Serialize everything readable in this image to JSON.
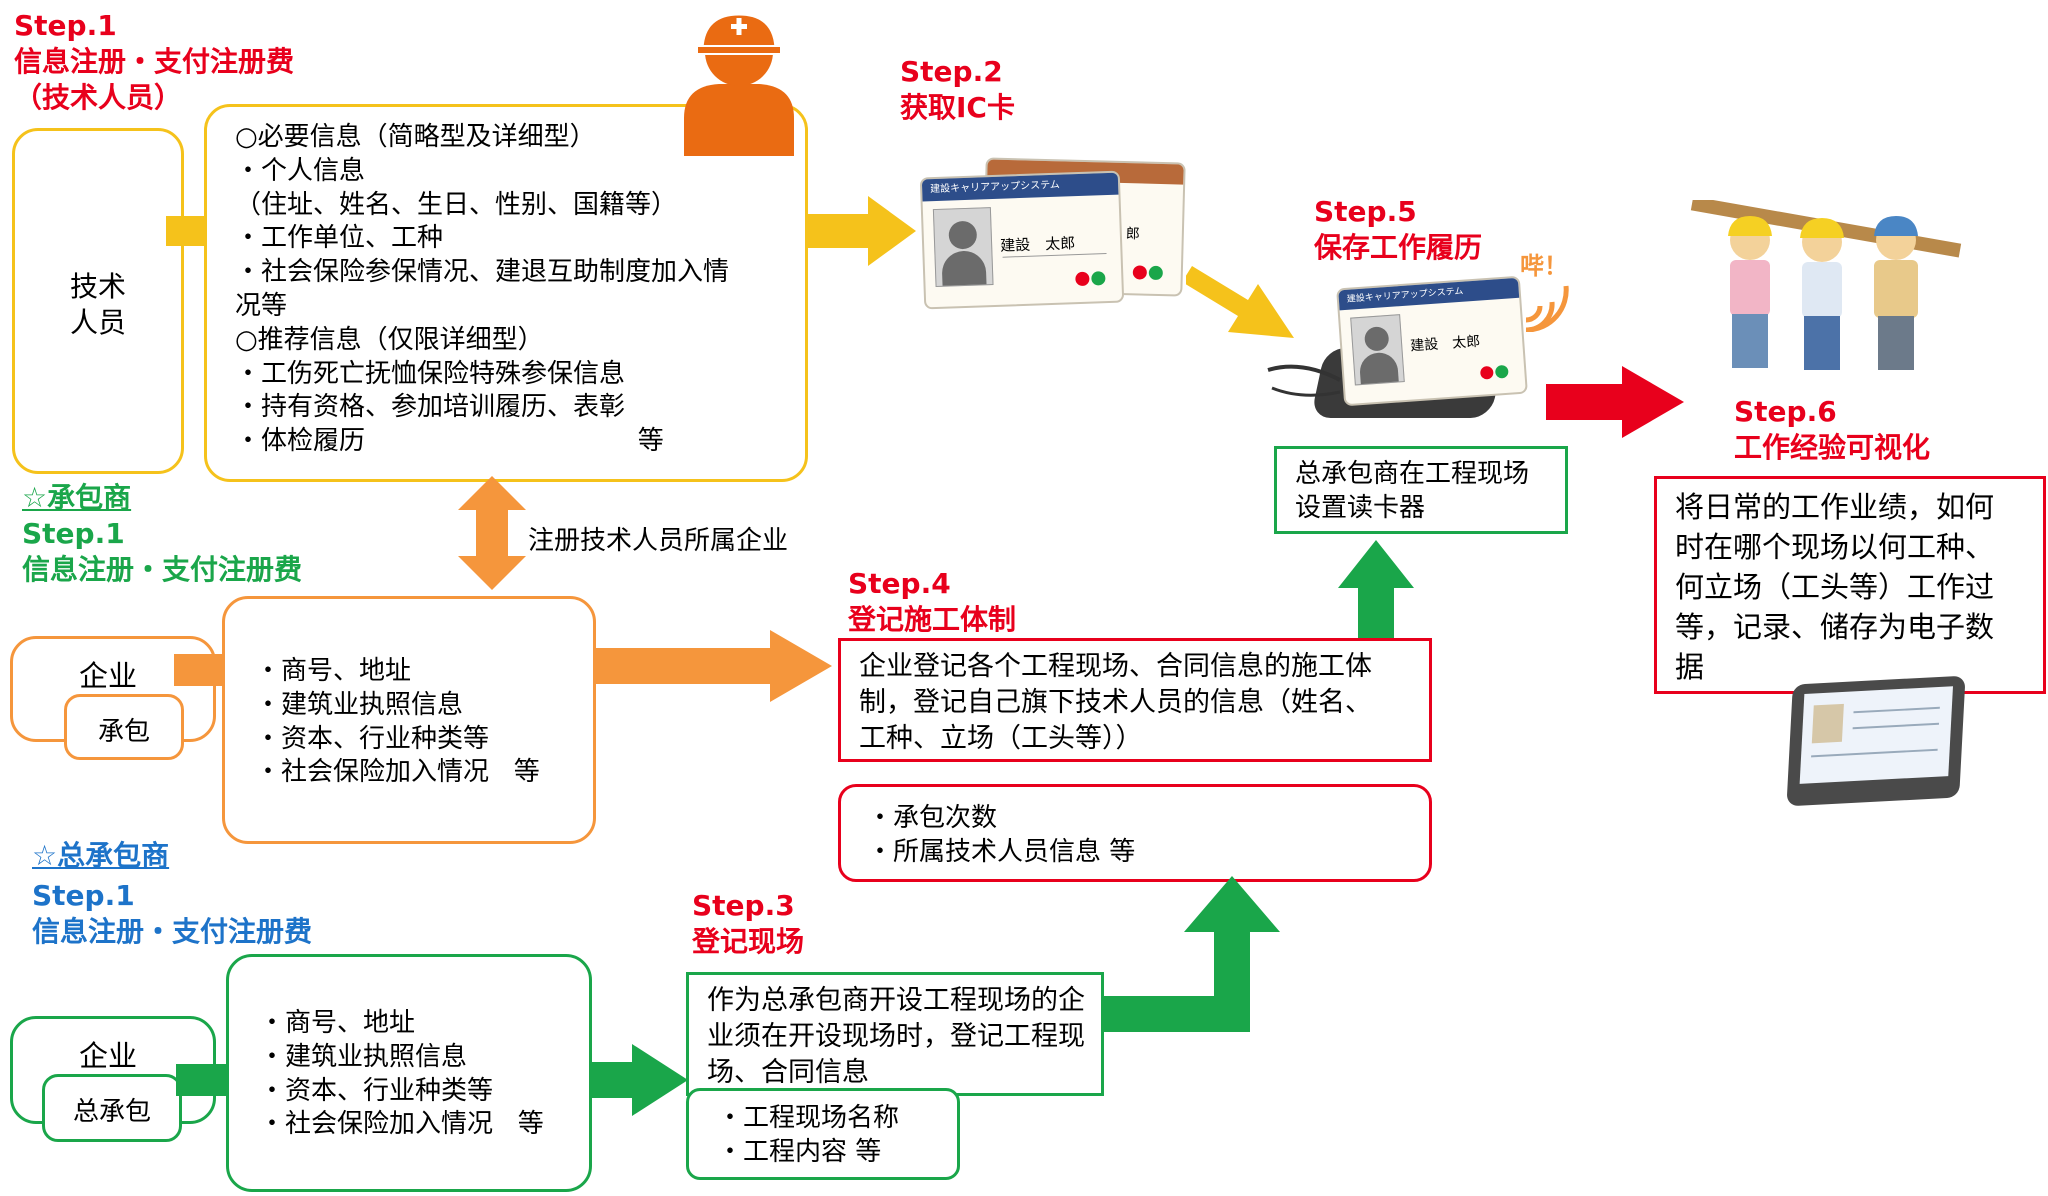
{
  "worker_section": {
    "step_label": "Step.1",
    "step_title": "信息注册・支付注册费",
    "step_sub": "（技术人员）",
    "node_label_1": "技术",
    "node_label_2": "人员",
    "info_lines": [
      "○必要信息（简略型及详细型）",
      "・个人信息",
      "（住址、姓名、生日、性别、国籍等）",
      "・工作单位、工种",
      "・社会保险参保情况、建退互助制度加入情",
      "况等",
      "○推荐信息（仅限详细型）",
      "・工伤死亡抚恤保险特殊参保信息",
      "・持有资格、参加培训履历、表彰",
      "・体检履历                                 等"
    ]
  },
  "link_label": "注册技术人员所属企业",
  "contractor_section": {
    "tag": "☆承包商",
    "step_label": "Step.1",
    "step_title": "信息注册・支付注册费",
    "node_label": "企业",
    "node_sub": "承包",
    "info_lines": [
      "・商号、地址",
      "・建筑业执照信息",
      "・资本、行业种类等",
      "・社会保险加入情况   等"
    ]
  },
  "general_section": {
    "tag": "☆总承包商",
    "step_label": "Step.1",
    "step_title": "信息注册・支付注册费",
    "node_label": "企业",
    "node_sub": "总承包",
    "info_lines": [
      "・商号、地址",
      "・建筑业执照信息",
      "・资本、行业种类等",
      "・社会保险加入情况   等"
    ]
  },
  "step2": {
    "label": "Step.2",
    "title": "获取IC卡"
  },
  "card": {
    "header": "建設キャリアアップシステム",
    "name": "建設　太郎",
    "name_back": "郎"
  },
  "step3": {
    "label": "Step.3",
    "title": "登记现场",
    "main_lines": [
      "作为总承包商开设工程现场的企",
      "业须在开设现场时，登记工程现",
      "场、合同信息"
    ],
    "sub_lines": [
      "・工程现场名称",
      "・工程内容  等"
    ]
  },
  "step4": {
    "label": "Step.4",
    "title": "登记施工体制",
    "main_lines": [
      "企业登记各个工程现场、合同信息的施工体",
      "制，登记自己旗下技术人员的信息（姓名、",
      "工种、立场（工头等））"
    ],
    "sub_lines": [
      "・承包次数",
      "・所属技术人员信息  等"
    ]
  },
  "step5": {
    "label": "Step.5",
    "title": "保存工作履历",
    "beep": "哔！",
    "reader_lines": [
      "总承包商在工程现场",
      "设置读卡器"
    ]
  },
  "step6": {
    "label": "Step.6",
    "title": "工作经验可视化",
    "desc_lines": [
      "将日常的工作业绩，如何",
      "时在哪个现场以何工种、",
      "何立场（工头等）工作过",
      "等，记录、储存为电子数",
      "据"
    ]
  },
  "colors": {
    "red": "#e8001c",
    "green": "#1aa64a",
    "blue": "#1d73c9",
    "orange": "#f5963c",
    "amber": "#f5c21b"
  }
}
